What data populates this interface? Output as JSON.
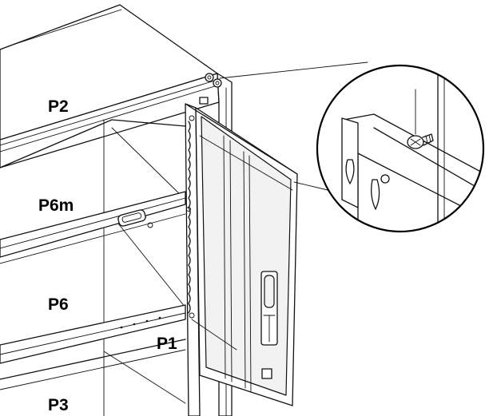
{
  "labels": {
    "top_panel": "P2",
    "upper_shelf": "P6m",
    "lower_shelf": "P6",
    "door": "P1",
    "bottom_panel": "P3"
  },
  "colors": {
    "line": "#111111",
    "background": "#ffffff",
    "text": "#000000"
  },
  "icons": {
    "detail_callout": "magnified-screw-detail",
    "hinge": "hinge-icon",
    "handle": "door-handle-icon",
    "screw": "screw-icon"
  }
}
